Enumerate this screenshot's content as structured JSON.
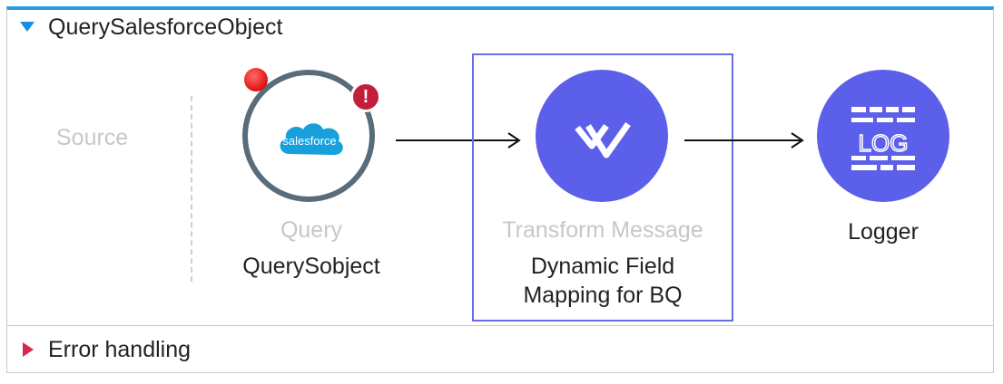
{
  "flow": {
    "title": "QuerySalesforceObject",
    "source_label": "Source",
    "accent_color": "#2b9be0"
  },
  "components": {
    "query": {
      "type": "Query",
      "name": "QuerySobject",
      "logo_text": "salesforce",
      "error_badge": "!",
      "icon": "salesforce-cloud-icon"
    },
    "transform": {
      "type": "Transform Message",
      "name_line1": "Dynamic Field",
      "name_line2": "Mapping for BQ",
      "icon": "dataweave-icon",
      "color": "#5c5fe9"
    },
    "logger": {
      "name": "Logger",
      "icon_text": "LOG",
      "icon": "log-icon",
      "color": "#5c5fe9"
    }
  },
  "error_handling": {
    "label": "Error handling",
    "color": "#d6284a"
  }
}
